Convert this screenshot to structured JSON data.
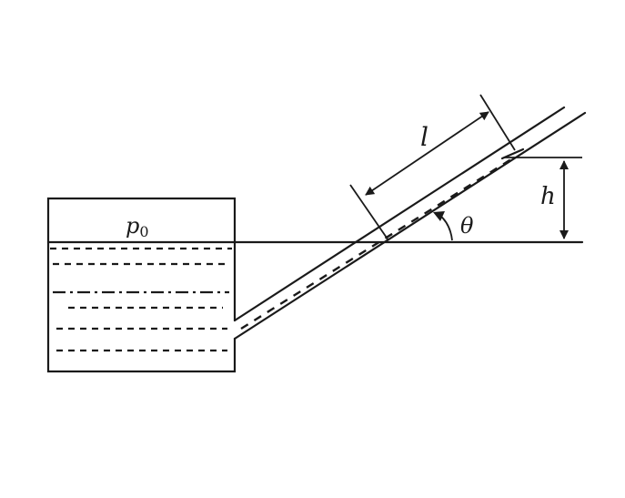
{
  "labels": {
    "pressure": "p",
    "pressure_subscript": "0",
    "length": "l",
    "height": "h",
    "angle": "θ"
  },
  "colors": {
    "ink": "#1a1a1a",
    "background": "#ffffff"
  }
}
